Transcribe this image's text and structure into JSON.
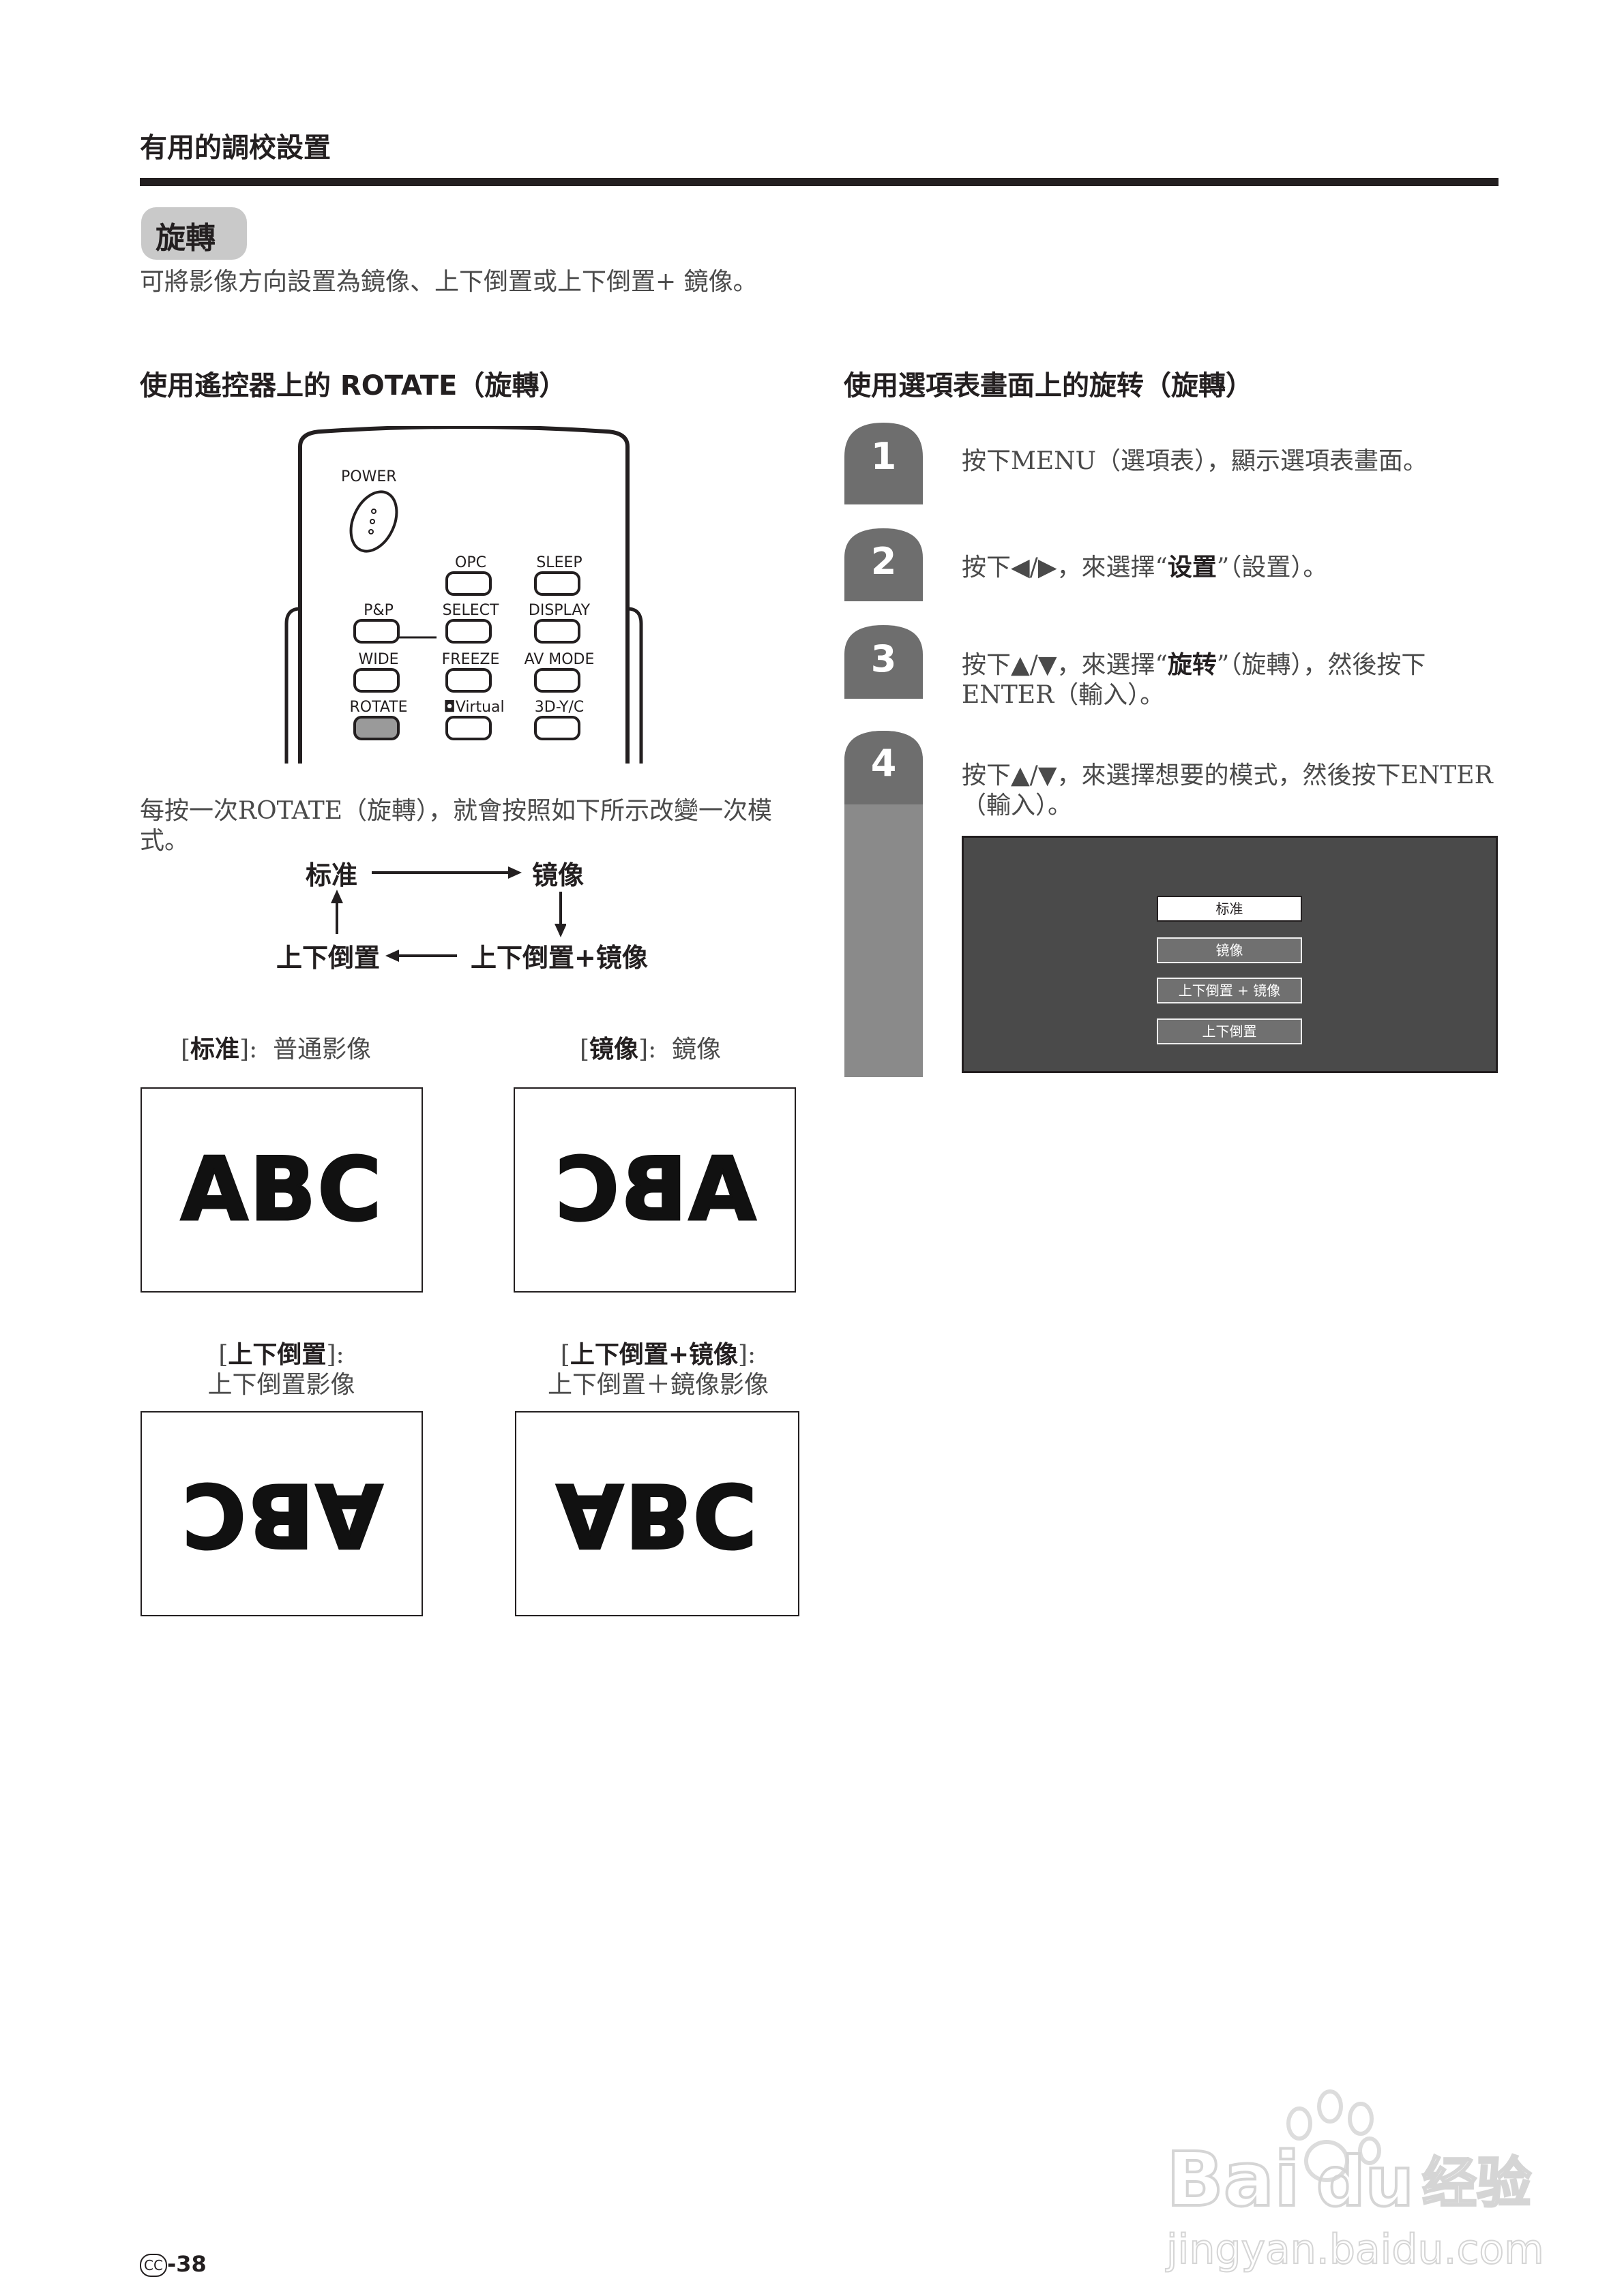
{
  "header": {
    "section": "有用的調校設置"
  },
  "title": "旋轉",
  "intro": "可將影像方向設置為鏡像、上下倒置或上下倒置+ 鏡像。",
  "left": {
    "heading": "使用遙控器上的 ROTATE（旋轉）",
    "remote": {
      "power": "POWER",
      "opc": "OPC",
      "sleep": "SLEEP",
      "pp": "P&P",
      "select": "SELECT",
      "display": "DISPLAY",
      "wide": "WIDE",
      "freeze": "FREEZE",
      "avmode": "AV MODE",
      "rotate": "ROTATE",
      "virtual": "Virtual",
      "yc": "3D-Y/C"
    },
    "cycle_text": "每按一次ROTATE（旋轉），就會按照如下所示改變一次模式。",
    "cycle": {
      "normal": "标准",
      "mirror": "镜像",
      "upside_mirror": "上下倒置+镜像",
      "upside": "上下倒置"
    },
    "samples": [
      {
        "mode": "标准",
        "desc": "普通影像",
        "text": "ABC"
      },
      {
        "mode": "镜像",
        "desc": "鏡像",
        "text": "ABC"
      },
      {
        "mode": "上下倒置",
        "desc": "上下倒置影像",
        "text": "ABC"
      },
      {
        "mode": "上下倒置+镜像",
        "desc": "上下倒置＋鏡像影像",
        "text": "ABC"
      }
    ]
  },
  "right": {
    "heading": "使用選項表畫面上的旋转（旋轉）",
    "steps": [
      {
        "num": "1",
        "a": "按下MENU（選項表），顯示選項表畫面。"
      },
      {
        "num": "2",
        "a": "按下◀/▶，來選擇“",
        "b": "设置",
        "c": "”（設置）。"
      },
      {
        "num": "3",
        "a": "按下▲/▼，來選擇“",
        "b": "旋转",
        "c": "”（旋轉），然後按下ENTER（輸入）。"
      },
      {
        "num": "4",
        "a": "按下▲/▼，來選擇想要的模式，然後按下ENTER（輸入）。"
      }
    ],
    "menu_options": [
      "标准",
      "镜像",
      "上下倒置 + 镜像",
      "上下倒置"
    ]
  },
  "footer": {
    "page": "-38",
    "cc": "CC"
  },
  "colors": {
    "ink": "#231f20",
    "gray_tab": "#c9c9c9",
    "step_bar": "#8a8a8a",
    "step_head": "#6e6e6e",
    "menu_bg": "#4a4a4a"
  }
}
